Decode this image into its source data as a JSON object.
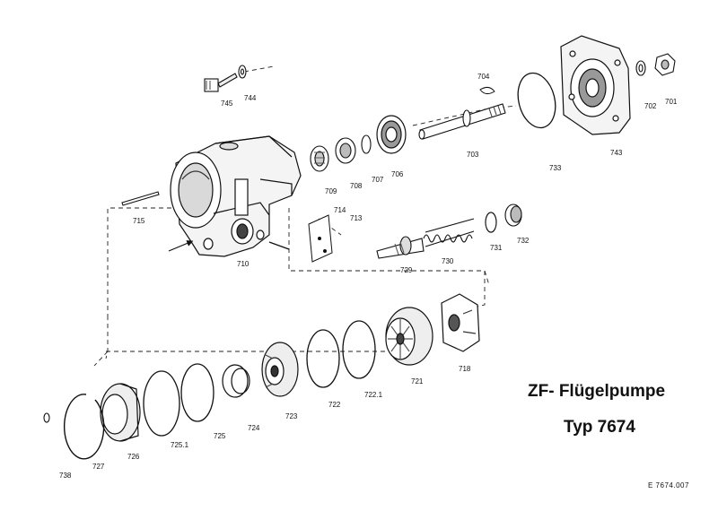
{
  "title": {
    "line1": "ZF- Flügelpumpe",
    "line2": "Typ 7674"
  },
  "reference": "E 7674.007",
  "parts": [
    {
      "number": "701"
    },
    {
      "number": "702"
    },
    {
      "number": "743"
    },
    {
      "number": "704"
    },
    {
      "number": "733"
    },
    {
      "number": "745"
    },
    {
      "number": "744"
    },
    {
      "number": "709"
    },
    {
      "number": "708"
    },
    {
      "number": "707"
    },
    {
      "number": "706"
    },
    {
      "number": "703"
    },
    {
      "number": "714"
    },
    {
      "number": "713"
    },
    {
      "number": "715"
    },
    {
      "number": "710"
    },
    {
      "number": "729"
    },
    {
      "number": "730"
    },
    {
      "number": "731"
    },
    {
      "number": "732"
    },
    {
      "number": "718"
    },
    {
      "number": "721"
    },
    {
      "number": "722.1"
    },
    {
      "number": "722"
    },
    {
      "number": "723"
    },
    {
      "number": "724"
    },
    {
      "number": "725"
    },
    {
      "number": "725.1"
    },
    {
      "number": "726"
    },
    {
      "number": "727"
    },
    {
      "number": "738"
    }
  ]
}
